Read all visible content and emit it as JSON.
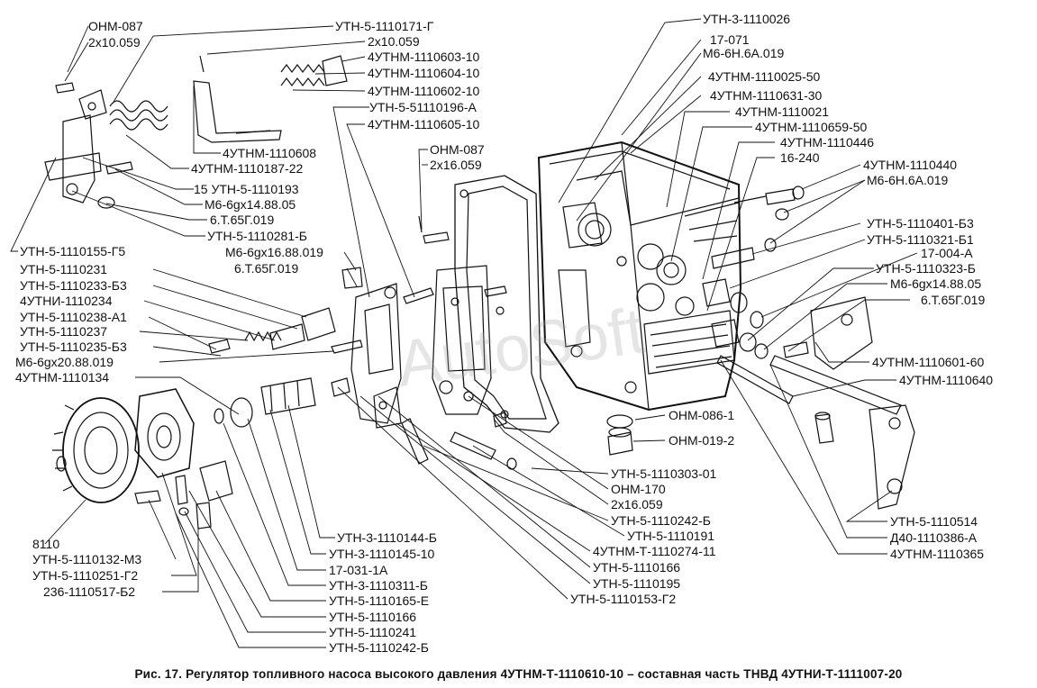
{
  "caption": "Рис. 17. Регулятор топливного насоса высокого давления 4УТНМ-Т-1110610-10 – составная часть ТНВД 4УТНИ-Т-1111007-20",
  "watermark": "AutoSoft",
  "labels": {
    "l01": "ОНМ-087",
    "l02": "2х10.059",
    "l03": "УТН-5-1110171-Г",
    "l04": "2х10.059",
    "l05": "4УТНМ-1110603-10",
    "l06": "4УТНМ-1110604-10",
    "l07": "4УТНМ-1110602-10",
    "l08": "УТН-5-51110196-А",
    "l09": "4УТНМ-1110605-10",
    "l10": "4УТНМ-1110608",
    "l11": "4УТНМ-1110187-22",
    "l12": "15 УТН-5-1110193",
    "l13": "М6-6gх14.88.05",
    "l14": "6.Т.65Г.019",
    "l15": "УТН-5-1110281-Б",
    "l16": "ОНМ-087",
    "l17": "2х16.059",
    "l18": "УТН-5-1110155-Г5",
    "l19": "М6-6gх16.88.019",
    "l20": "6.Т.65Г.019",
    "l21": "УТН-5-1110231",
    "l22": "УТН-5-1110233-Б3",
    "l23": "4УТНИ-1110234",
    "l24": "УТН-5-1110238-А1",
    "l25": "УТН-5-1110237",
    "l26": "УТН-5-1110235-Б3",
    "l27": "М6-6gх20.88.019",
    "l28": "4УТНМ-1110134",
    "r01": "УТН-3-1110026",
    "r02": "17-071",
    "r03": "М6-6Н.6А.019",
    "r04": "4УТНМ-1110025-50",
    "r05": "4УТНМ-1110631-30",
    "r06": "4УТНМ-1110021",
    "r07": "4УТНМ-1110659-50",
    "r08": "4УТНМ-1110446",
    "r09": "16-240",
    "r10": "4УТНМ-1110440",
    "r11": "М6-6Н.6А.019",
    "r12": "УТН-5-1110401-Б3",
    "r13": "УТН-5-1110321-Б1",
    "r14": "17-004-А",
    "r15": "УТН-5-1110323-Б",
    "r16": "М6-6gх14.88.05",
    "r17": "6.Т.65Г.019",
    "r18": "4УТНМ-1110601-60",
    "r19": "4УТНМ-1110640",
    "r20": "ОНМ-086-1",
    "r21": "ОНМ-019-2",
    "b01": "УТН-5-1110303-01",
    "b02": "ОНМ-170",
    "b03": "2х16.059",
    "b04": "УТН-5-1110242-Б",
    "b05": "УТН-5-1110191",
    "b06": "4УТНМ-Т-1110274-11",
    "b07": "УТН-5-1110166",
    "b08": "УТН-5-1110195",
    "b09": "УТН-5-1110153-Г2",
    "b10": "УТН-5-1110514",
    "b11": "Д40-1110386-А",
    "b12": "4УТНМ-1110365",
    "c01": "УТН-3-1110144-Б",
    "c02": "УТН-3-1110145-10",
    "c03": "17-031-1А",
    "c04": "УТН-3-1110311-Б",
    "c05": "УТН-5-1110165-Е",
    "c06": "УТН-5-1110166",
    "c07": "УТН-5-1110241",
    "c08": "УТН-5-1110242-Б",
    "d01": "8110",
    "d02": "УТН-5-1110132-М3",
    "d03": "УТН-5-1110251-Г2",
    "d04": "236-1110517-Б2"
  }
}
